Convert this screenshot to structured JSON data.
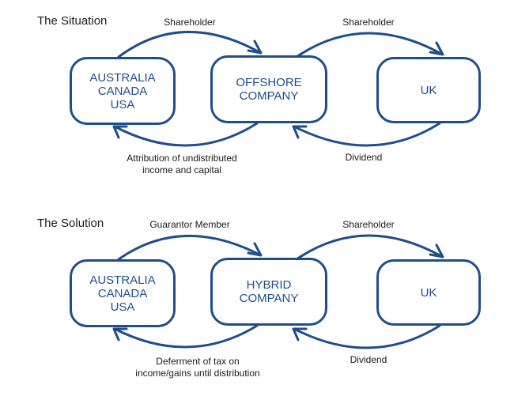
{
  "situation": {
    "title": "The Situation",
    "left_box": [
      "AUSTRALIA",
      "CANADA",
      "USA"
    ],
    "middle_box": [
      "OFFSHORE",
      "COMPANY"
    ],
    "right_box": [
      "UK"
    ],
    "top_left_label": "Shareholder",
    "top_right_label": "Shareholder",
    "bottom_left_label": [
      "Attribution of undistributed",
      "income and capital"
    ],
    "bottom_right_label": "Dividend"
  },
  "solution": {
    "title": "The Solution",
    "left_box": [
      "AUSTRALIA",
      "CANADA",
      "USA"
    ],
    "middle_box": [
      "HYBRID",
      "COMPANY"
    ],
    "right_box": [
      "UK"
    ],
    "top_left_label": "Guarantor Member",
    "top_right_label": "Shareholder",
    "bottom_left_label": [
      "Deferment of tax on",
      "income/gains until distribution"
    ],
    "bottom_right_label": "Dividend"
  },
  "colors": {
    "accent": "#1f4e8c",
    "text": "#1a1a1a"
  }
}
